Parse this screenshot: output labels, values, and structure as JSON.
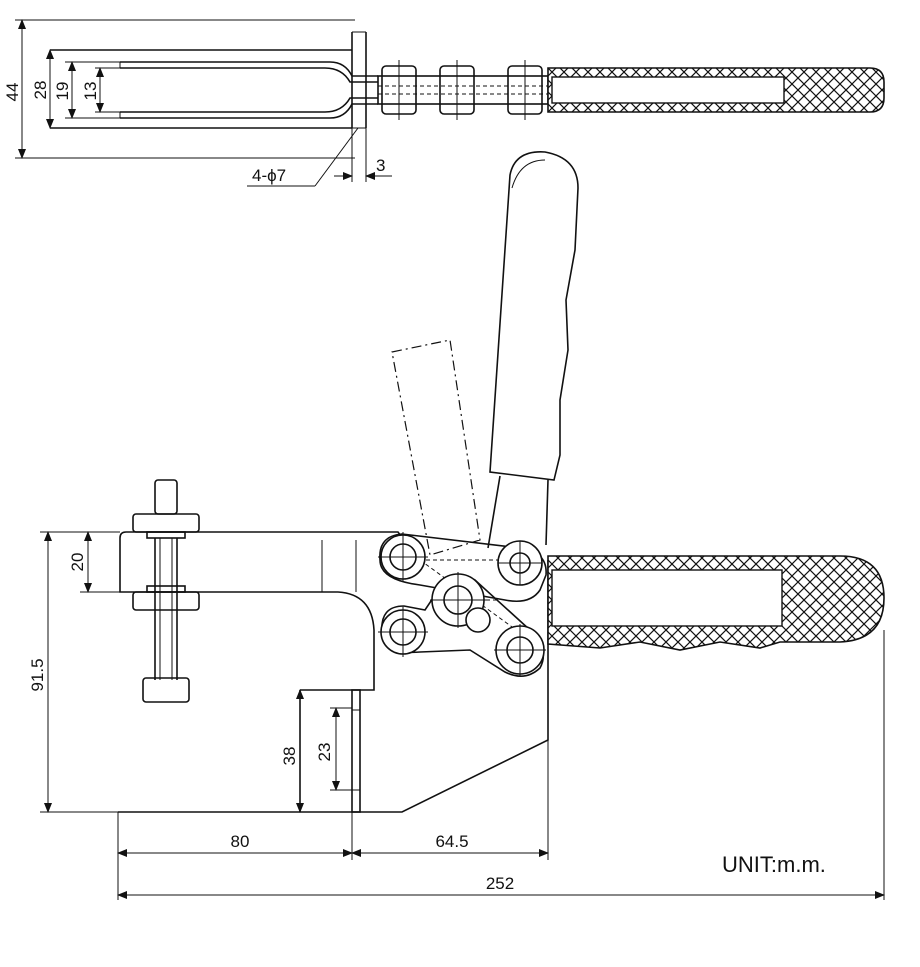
{
  "dims": {
    "top_44": "44",
    "top_28": "28",
    "top_19": "19",
    "top_13": "13",
    "hole_spec": "4-ϕ7",
    "thickness_3": "3",
    "height_20": "20",
    "height_91_5": "91.5",
    "height_38": "38",
    "height_23": "23",
    "len_80": "80",
    "len_64_5": "64.5",
    "len_252": "252"
  },
  "unit_label": "UNIT:m.m."
}
